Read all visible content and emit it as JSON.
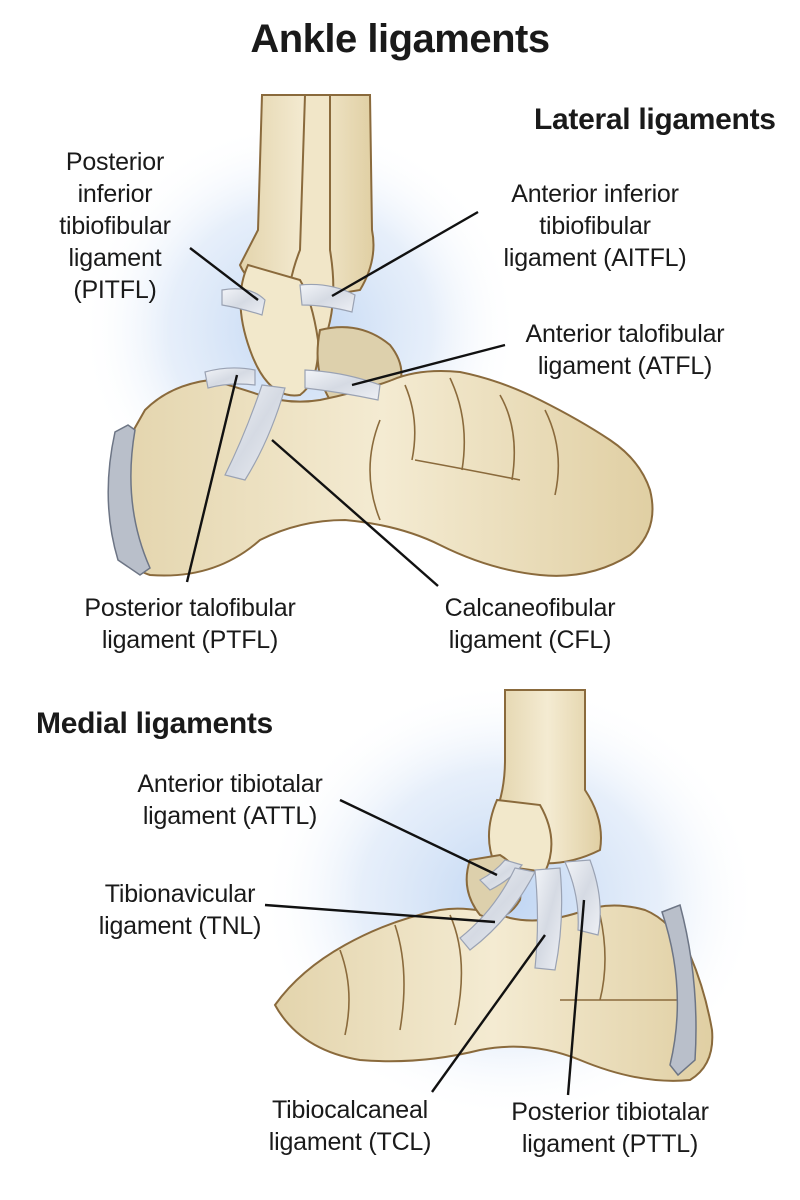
{
  "title": "Ankle ligaments",
  "lateral": {
    "heading": "Lateral ligaments",
    "labels": {
      "pitfl": [
        "Posterior",
        "inferior",
        "tibiofibular",
        "ligament",
        "(PITFL)"
      ],
      "aitfl": [
        "Anterior inferior",
        "tibiofibular",
        "ligament (AITFL)"
      ],
      "atfl": [
        "Anterior talofibular",
        "ligament (ATFL)"
      ],
      "ptfl": [
        "Posterior talofibular",
        "ligament (PTFL)"
      ],
      "cfl": [
        "Calcaneofibular",
        "ligament (CFL)"
      ]
    }
  },
  "medial": {
    "heading": "Medial ligaments",
    "labels": {
      "attl": [
        "Anterior tibiotalar",
        "ligament (ATTL)"
      ],
      "tnl": [
        "Tibionavicular",
        "ligament (TNL)"
      ],
      "tcl": [
        "Tibiocalcaneal",
        "ligament (TCL)"
      ],
      "pttl": [
        "Posterior tibiotalar",
        "ligament (PTTL)"
      ]
    }
  },
  "colors": {
    "bone_fill": "#efe4c4",
    "bone_shadow": "#d9c89b",
    "bone_outline": "#8a6a3c",
    "ligament": "#dfe3ea",
    "ligament_stroke": "#9aa2b3",
    "glow": "#bcd3f2",
    "cartilage": "#b9bfca",
    "leader": "#111111"
  },
  "icons": [
    "lateral-ankle-illustration",
    "medial-ankle-illustration"
  ]
}
